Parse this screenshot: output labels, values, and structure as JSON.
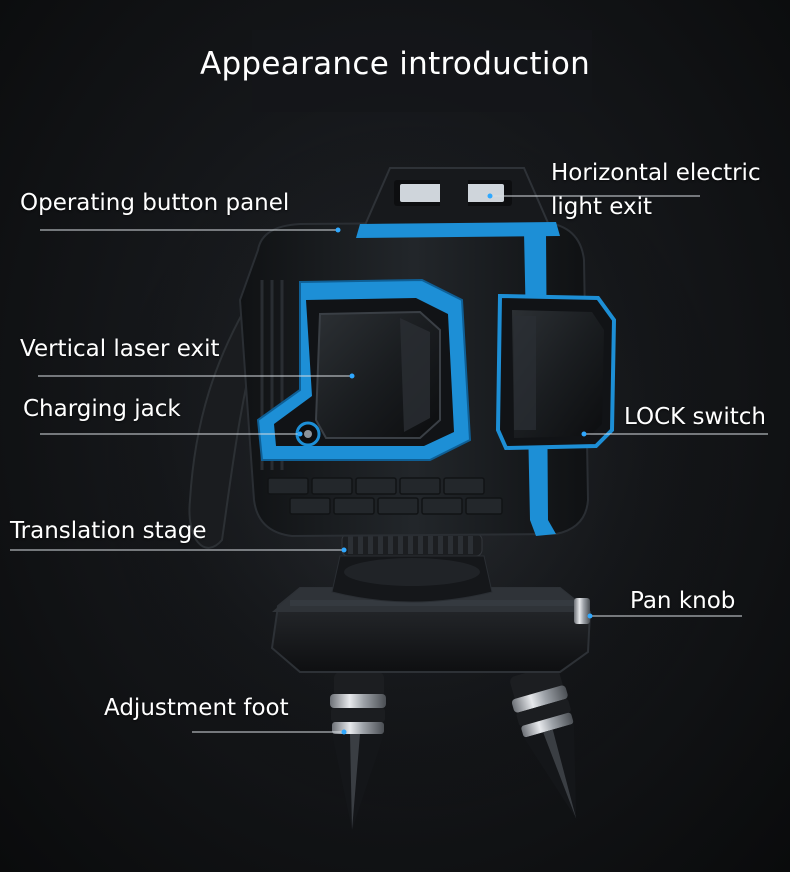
{
  "title": "Appearance introduction",
  "labels": {
    "horizontal_exit_line1": "Horizontal electric",
    "horizontal_exit_line2": "light exit",
    "operating_panel": "Operating button panel",
    "vertical_exit": "Vertical laser exit",
    "charging_jack": "Charging jack",
    "lock_switch": "LOCK switch",
    "translation_stage": "Translation stage",
    "pan_knob": "Pan knob",
    "adjustment_foot": "Adjustment foot"
  },
  "colors": {
    "accent_blue": "#1d8fd6",
    "body_black": "#16181b",
    "leader_line": "#d8dde2",
    "text": "#ffffff"
  }
}
